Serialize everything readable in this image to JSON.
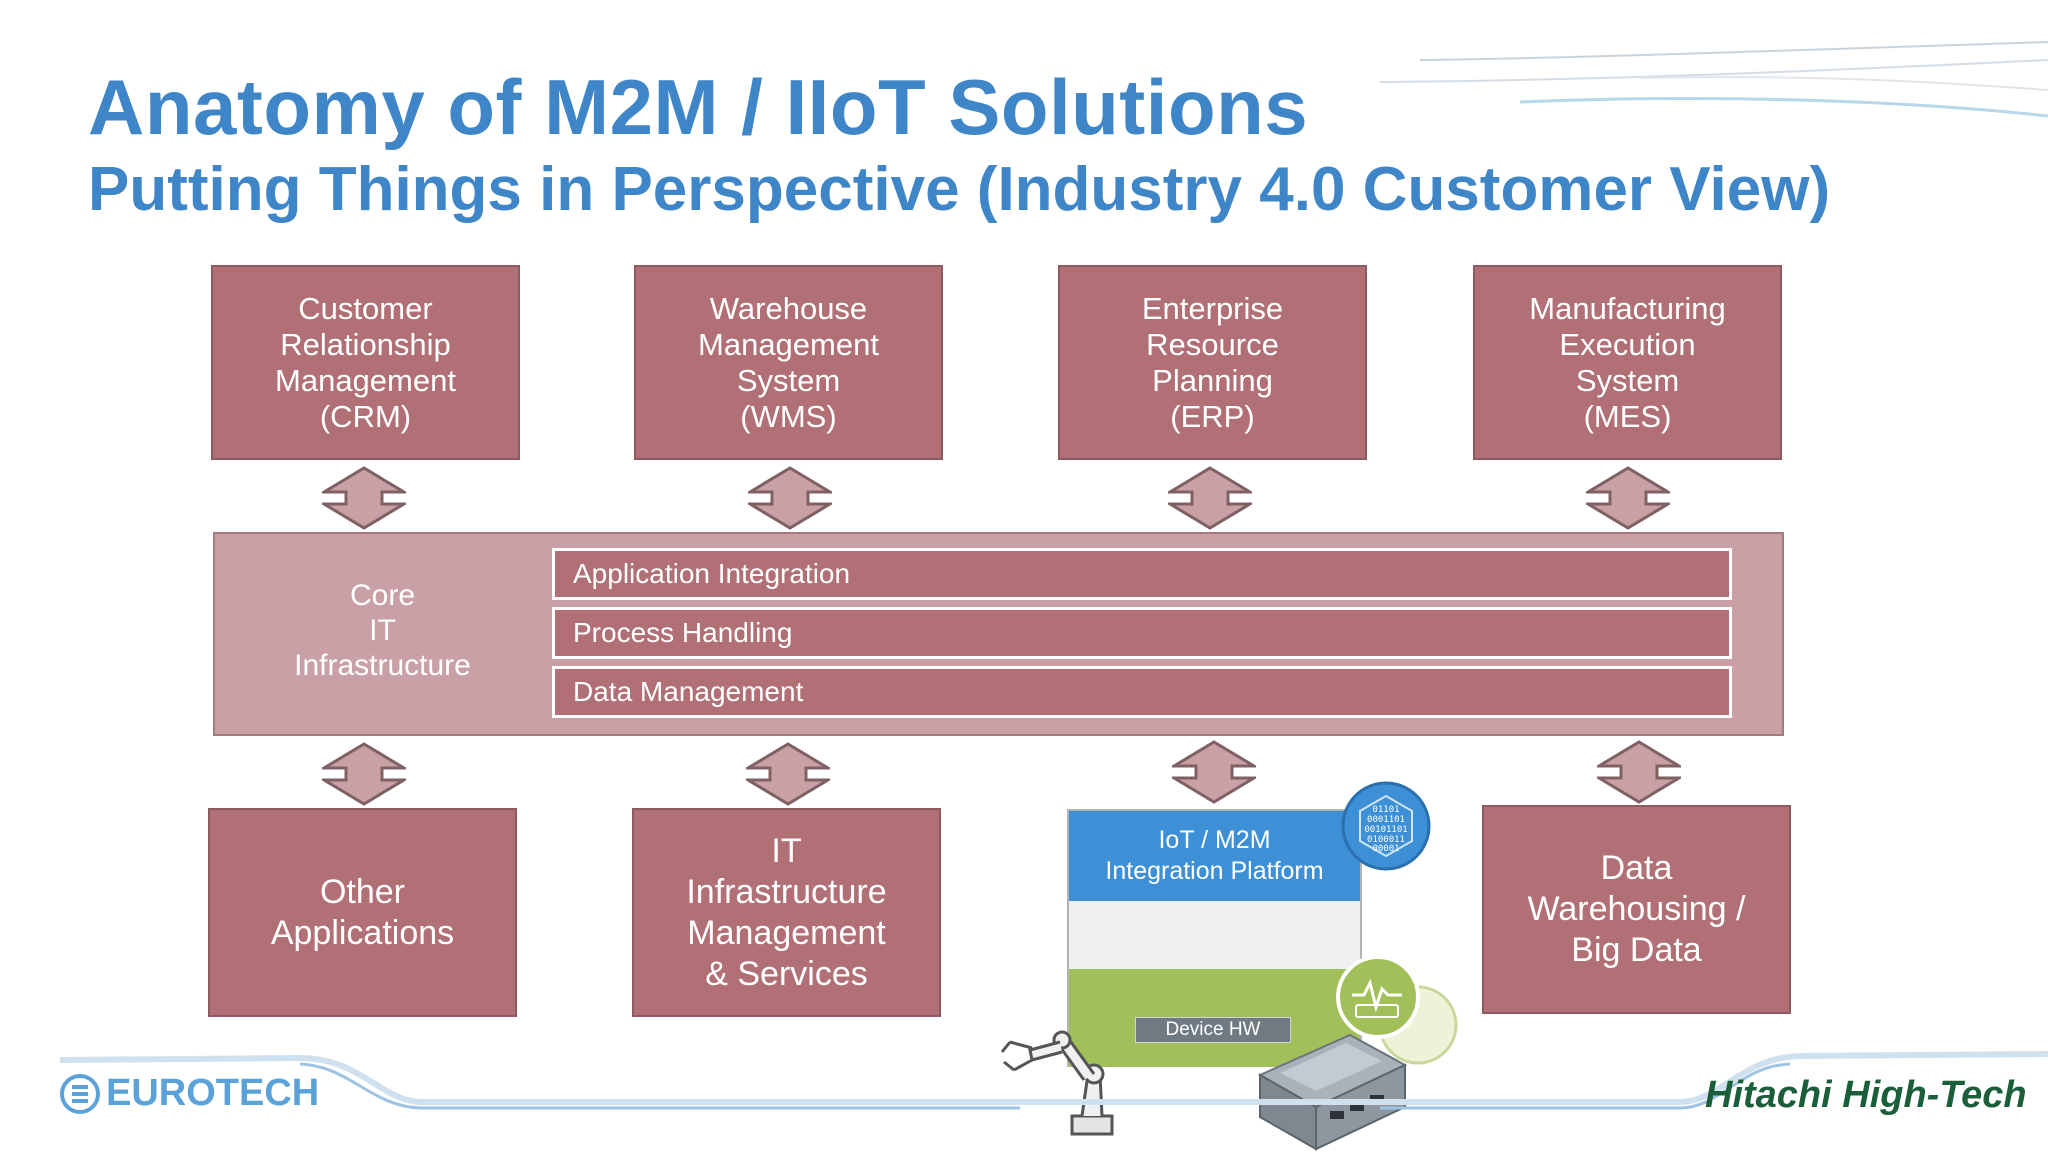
{
  "header": {
    "title": "Anatomy of M2M / IIoT Solutions",
    "subtitle": "Putting Things in Perspective (Industry 4.0 Customer View)"
  },
  "top_systems": [
    {
      "lines": [
        "Customer",
        "Relationship",
        "Management",
        "(CRM)"
      ]
    },
    {
      "lines": [
        "Warehouse",
        "Management",
        "System",
        "(WMS)"
      ]
    },
    {
      "lines": [
        "Enterprise",
        "Resource",
        "Planning",
        "(ERP)"
      ]
    },
    {
      "lines": [
        "Manufacturing",
        "Execution",
        "System",
        "(MES)"
      ]
    }
  ],
  "core": {
    "label_lines": [
      "Core",
      "IT",
      "Infrastructure"
    ],
    "layers": [
      "Application  Integration",
      "Process Handling",
      "Data Management"
    ]
  },
  "bottom_systems": [
    {
      "lines": [
        "Other",
        "Applications"
      ]
    },
    {
      "lines": [
        "IT",
        "Infrastructure",
        "Management",
        "& Services"
      ]
    },
    {
      "lines": [
        "Data",
        "Warehousing /",
        "Big Data"
      ]
    }
  ],
  "platform": {
    "title_lines": [
      "IoT / M2M",
      "Integration Platform"
    ],
    "device_label": "Device HW",
    "binary_text": [
      "01101",
      "0001101",
      "00101101",
      "0100011",
      "00001"
    ]
  },
  "logos": {
    "left": "EUROTECH",
    "right": "Hitachi High-Tech"
  },
  "colors": {
    "title": "#3f86c9",
    "box": "#b07076",
    "core_band": "#c9a0a6",
    "platform_blue": "#3d8fd6",
    "platform_green": "#a1c05a"
  }
}
